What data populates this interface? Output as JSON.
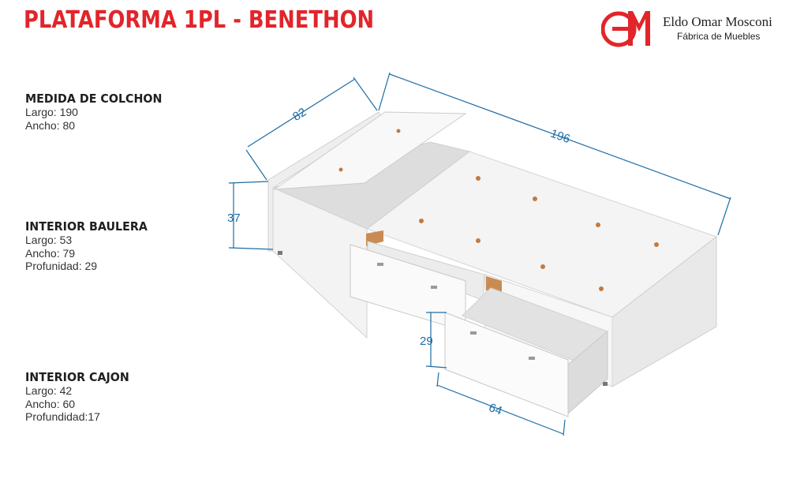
{
  "title": "PLATAFORMA 1PL - BENETHON",
  "brand": {
    "name": "Eldo Omar Mosconi",
    "subtitle": "Fábrica de Muebles",
    "logo_letters": "EM",
    "color": "#e1252b"
  },
  "specs": [
    {
      "heading": "MEDIDA DE COLCHON",
      "rows": [
        "Largo: 190",
        "Ancho: 80"
      ]
    },
    {
      "heading": "INTERIOR BAULERA",
      "rows": [
        "Largo: 53",
        "Ancho: 79",
        "Profunidad: 29"
      ]
    },
    {
      "heading": "INTERIOR CAJON",
      "rows": [
        "Largo: 42",
        "Ancho: 60",
        "Profundidad:17"
      ]
    }
  ],
  "dimensions": {
    "depth": "82",
    "length": "196",
    "height": "37",
    "drawer_height": "29",
    "drawer_width": "64"
  },
  "colors": {
    "title": "#e1252b",
    "dimension": "#1d6da4",
    "furniture": "#f2f2f2",
    "wood_edge": "#c98b54"
  }
}
